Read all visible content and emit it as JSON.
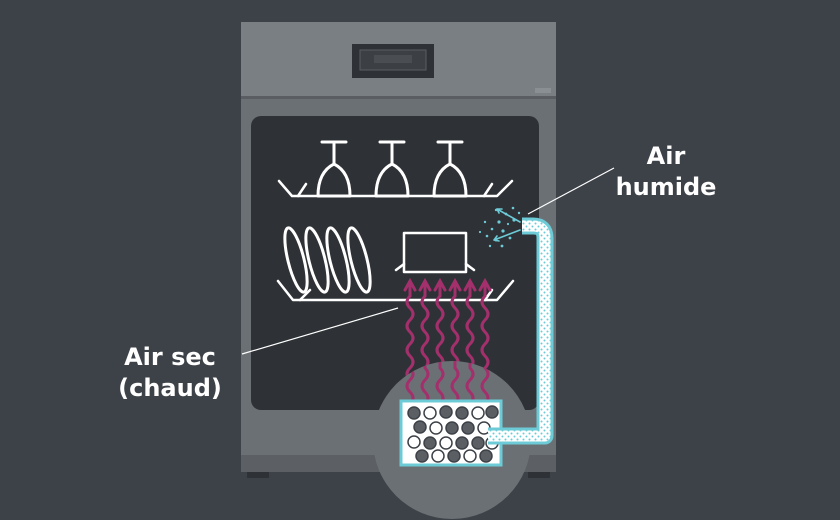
{
  "labels": {
    "humid_air": [
      "Air",
      "humide"
    ],
    "dry_air": [
      "Air sec",
      "(chaud)"
    ]
  },
  "colors": {
    "background": "#3d4248",
    "appliance_body": "#6b7075",
    "appliance_top": "#80858a",
    "door_window": "#2e3236",
    "line_art": "#ffffff",
    "hot_air": "#a3306c",
    "humid_air": "#6ccbd6",
    "zeolite_bead": "#5b5f64"
  },
  "icons": [
    "wine-glass-icon",
    "plate-icon",
    "bowl-icon",
    "zeolite-bead-icon",
    "air-tube-icon"
  ]
}
